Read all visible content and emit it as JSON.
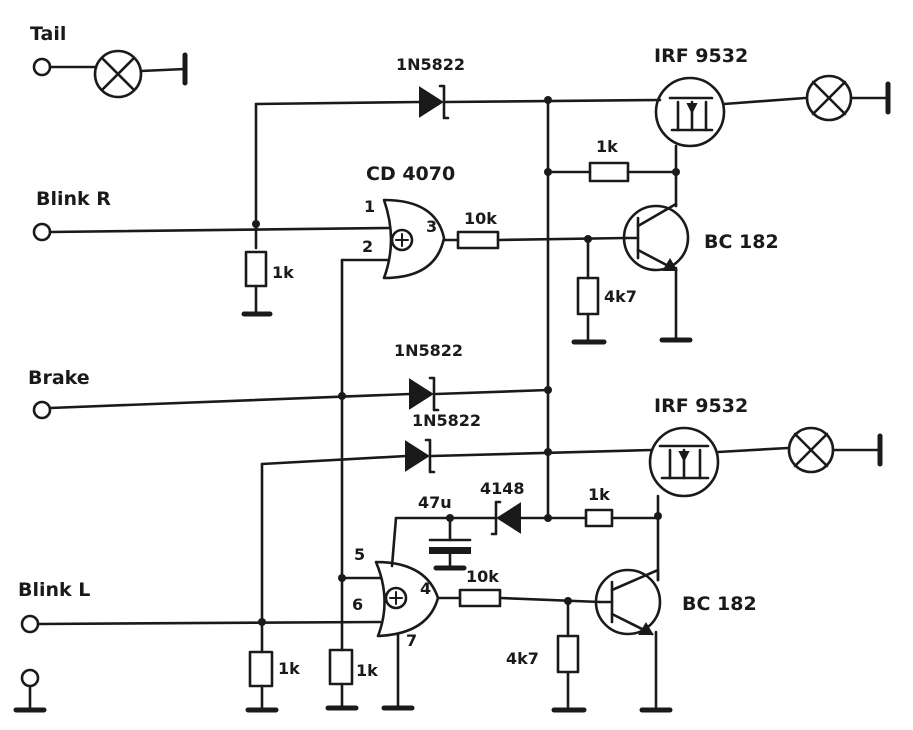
{
  "labels": {
    "tail": "Tail",
    "blink_r": "Blink R",
    "brake": "Brake",
    "blink_l": "Blink L"
  },
  "parts": {
    "diode_top": "1N5822",
    "diode_brake": "1N5822",
    "diode_left": "1N5822",
    "mosfet_top": "IRF 9532",
    "mosfet_bottom": "IRF 9532",
    "gate_ic": "CD 4070",
    "bjt_top": "BC 182",
    "bjt_bottom": "BC 182",
    "signal_diode": "4148",
    "capacitor": "47u",
    "r_gate_top": "1k",
    "r_base_top": "10k",
    "r_pulldown_base_top": "4k7",
    "r_pulldown_blinkr": "1k",
    "r_gate_bottom": "1k",
    "r_base_bottom": "10k",
    "r_pulldown_base_bottom": "4k7",
    "r_pulldown_blinkl": "1k",
    "r_pulldown_brake": "1k"
  },
  "pins": {
    "p1": "1",
    "p2": "2",
    "p3": "3",
    "p4": "4",
    "p5": "5",
    "p6": "6",
    "p7": "7"
  },
  "icons": {
    "lamp": "lamp-icon",
    "ground": "ground-icon",
    "terminal": "terminal-icon",
    "xor": "xor-gate-icon"
  },
  "colors": {
    "ink": "#1a1a1a",
    "paper": "#ffffff"
  }
}
